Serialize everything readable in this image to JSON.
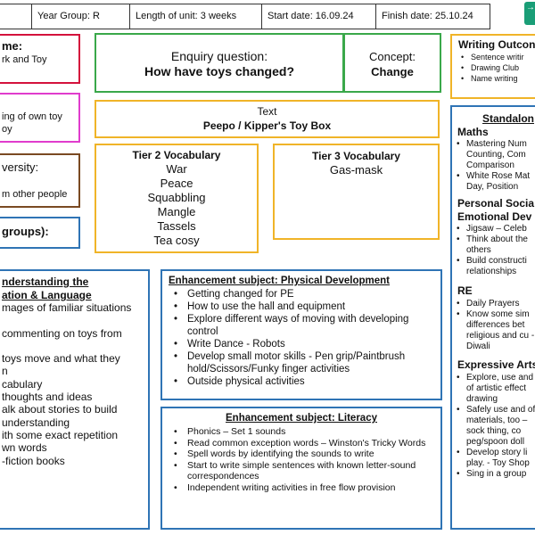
{
  "header": {
    "year_group": "Year Group: R",
    "length": "Length of unit: 3 weeks",
    "start": "Start date: 16.09.24",
    "finish": "Finish date: 25.10.24",
    "icon_color": "#1a9e77"
  },
  "theme_box": {
    "heading": "me:",
    "line": "rk and Toy"
  },
  "pink_box": {
    "line1": "ing of own toy",
    "line2": "oy"
  },
  "diversity_box": {
    "heading": "versity:",
    "line": "m other people"
  },
  "groups_box": {
    "heading": "groups):"
  },
  "enquiry": {
    "label": "Enquiry question:",
    "question": "How have toys changed?"
  },
  "concept": {
    "label": "Concept:",
    "value": "Change"
  },
  "text_box": {
    "label": "Text",
    "value": "Peepo / Kipper's Toy Box"
  },
  "tier2": {
    "title": "Tier 2 Vocabulary",
    "words": [
      "War",
      "Peace",
      "Squabbling",
      "Mangle",
      "Tassels",
      "Tea cosy"
    ]
  },
  "tier3": {
    "title": "Tier 3 Vocabulary",
    "words": [
      "Gas-mask"
    ]
  },
  "writing_outcomes": {
    "title": "Writing Outcon",
    "items": [
      "Sentence writir",
      "Drawing Club",
      "Name writing"
    ]
  },
  "understanding": {
    "title_line1": "nderstanding the",
    "title_line2": "ation & Language",
    "lines": [
      "mages of familiar situations",
      "",
      "commenting on toys from",
      "",
      "toys move and what they",
      "n",
      "cabulary",
      "thoughts and ideas",
      "alk about stories to build",
      "understanding",
      "ith some exact repetition",
      "wn words",
      "-fiction books"
    ]
  },
  "physical": {
    "title": "Enhancement subject: Physical Development",
    "items": [
      "Getting changed for PE",
      "How to use the hall and equipment",
      "Explore different ways of moving with developing control",
      "Write Dance - Robots",
      "Develop small motor skills - Pen grip/Paintbrush hold/Scissors/Funky finger activities",
      "Outside physical activities"
    ]
  },
  "literacy": {
    "title": "Enhancement subject: Literacy",
    "items": [
      "Phonics – Set 1 sounds",
      "Read common exception words – Winston's Tricky Words",
      "Spell words by identifying the sounds to write",
      "Start to write simple sentences with known letter-sound correspondences",
      "Independent writing activities in free flow provision"
    ]
  },
  "standalone": {
    "title": "Standalon",
    "maths_heading": "Maths",
    "maths_items": [
      "Mastering Num Counting, Com Comparison",
      "White Rose Mat Day, Position"
    ],
    "psed_heading_1": "Personal Socia",
    "psed_heading_2": "Emotional Dev",
    "psed_items": [
      "Jigsaw – Celeb",
      "Think about the others",
      "Build constructi relationships"
    ],
    "re_heading": "RE",
    "re_items": [
      "Daily Prayers",
      "Know some sim differences bet religious and cu - Diwali"
    ],
    "arts_heading": "Expressive Arts",
    "arts_items": [
      "Explore, use and of artistic effect drawing",
      "Safely use and of materials, too – sock thing, co peg/spoon doll",
      "Develop story li play. - Toy Shop",
      "Sing in a group"
    ]
  }
}
